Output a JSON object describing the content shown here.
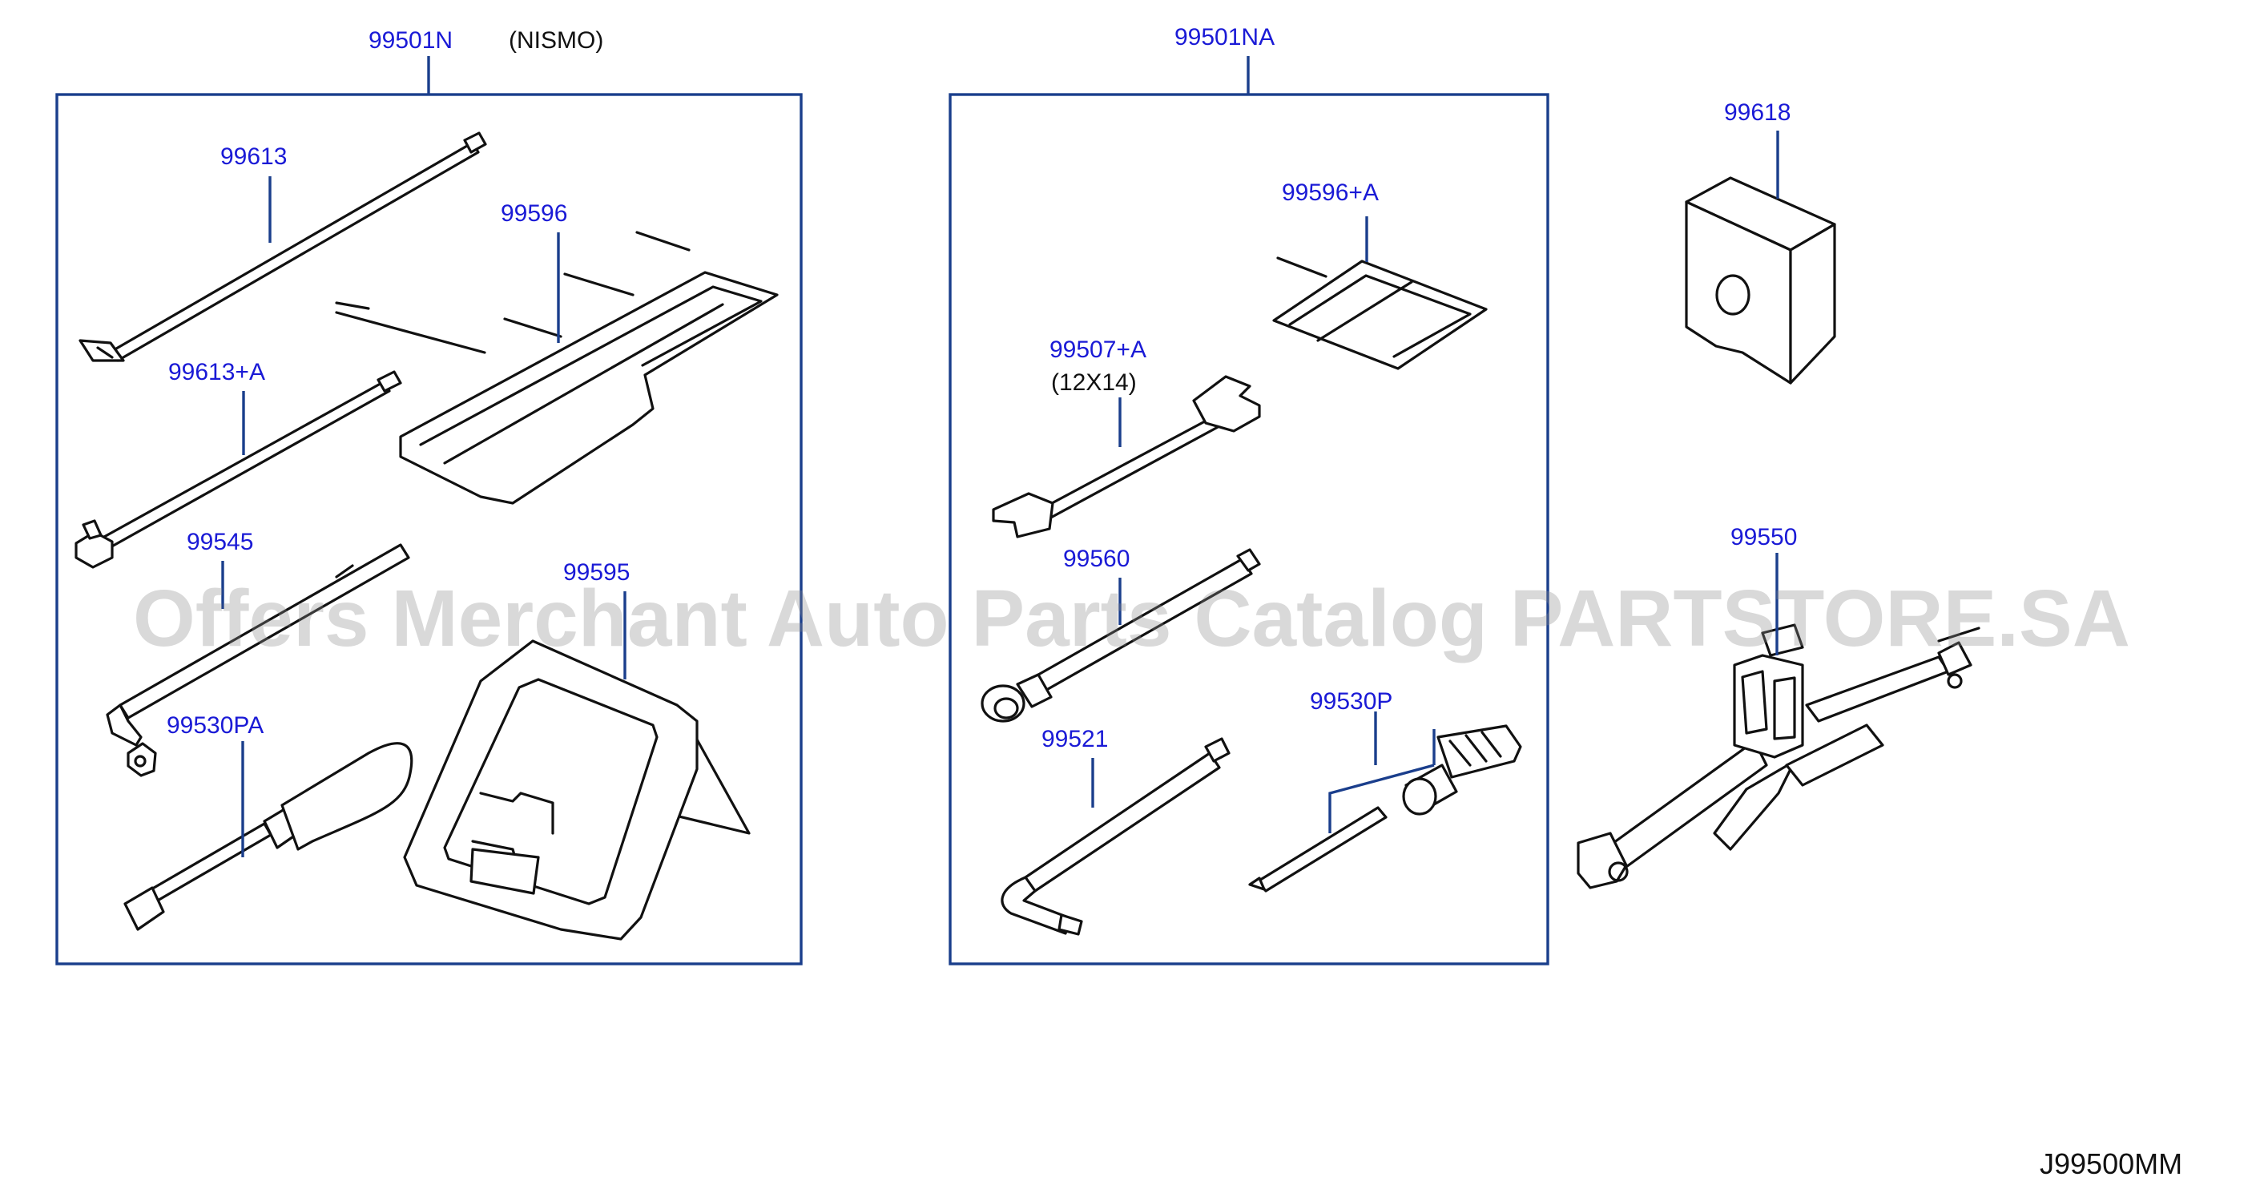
{
  "watermark": "Offers Merchant Auto Parts Catalog PARTSTORE.SA",
  "diagram_ref": "J99500MM",
  "groups": [
    {
      "callout": "99501N",
      "note": "(NISMO)"
    },
    {
      "callout": "99501NA"
    }
  ],
  "parts": {
    "p99613": "99613",
    "p99596": "99596",
    "p99613a": "99613+A",
    "p99545": "99545",
    "p99595": "99595",
    "p99530pa": "99530PA",
    "p99596a": "99596+A",
    "p99507a": "99507+A",
    "p99507a_size": "(12X14)",
    "p99560": "99560",
    "p99530p": "99530P",
    "p99521": "99521",
    "p99618": "99618",
    "p99550": "99550"
  },
  "colors": {
    "callout": "#1a1ad6",
    "frame": "#1a3e8c",
    "line_art": "#111111",
    "watermark": "#8c8c8c"
  }
}
